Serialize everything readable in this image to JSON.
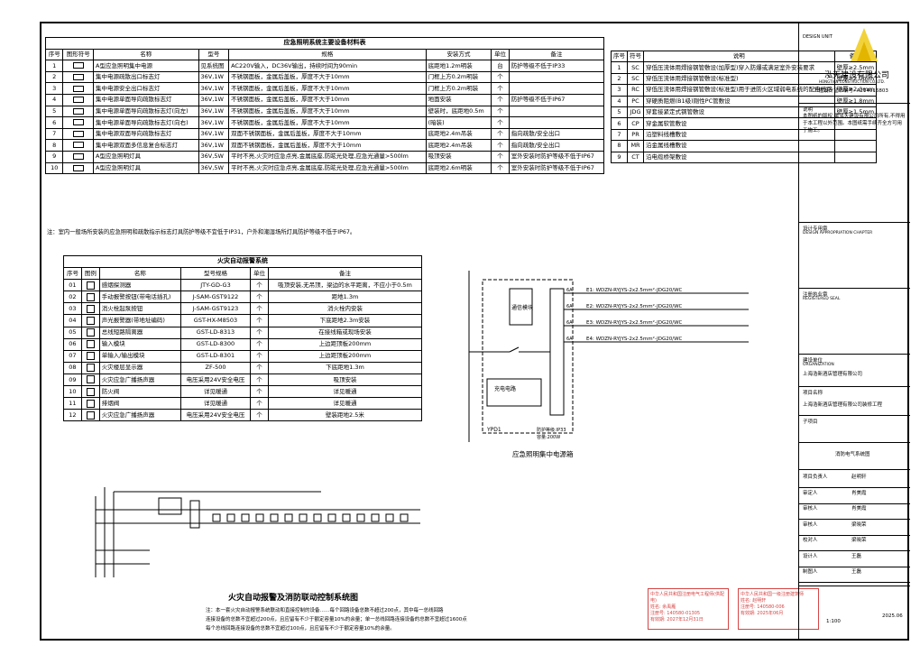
{
  "lighting_table": {
    "title": "应急照明系统主要设备材料表",
    "headers": [
      "序号",
      "图形符号",
      "名称",
      "型号",
      "规格",
      "安装方式",
      "单位",
      "备注"
    ],
    "rows": [
      [
        "1",
        "A型应急照明集中电源",
        "见系统图",
        "AC220V输入，DC36V输出，持续时间为90min",
        "底距地1.2m明装",
        "台",
        "防护等级不低于IP33"
      ],
      [
        "2",
        "集中电源疏散出口标志灯",
        "36V,1W",
        "不锈钢面板，金属后盖板，厚度不大于10mm",
        "门框上方0.2m明装",
        "个",
        ""
      ],
      [
        "3",
        "集中电源安全出口标志灯",
        "36V,1W",
        "不锈钢面板，金属后盖板，厚度不大于10mm",
        "门框上方0.2m明装",
        "个",
        ""
      ],
      [
        "4",
        "集中电源单面导向疏散标志灯",
        "36V,1W",
        "不锈钢面板，金属后盖板，厚度不大于10mm",
        "地面安装",
        "个",
        "防护等级不低于IP67"
      ],
      [
        "5",
        "集中电源单面导向疏散标志灯(向左)",
        "36V,1W",
        "不锈钢面板，金属后盖板，厚度不大于10mm",
        "壁装时，底距地0.5m",
        "个",
        ""
      ],
      [
        "6",
        "集中电源单面导向疏散标志灯(向右)",
        "36V,1W",
        "不锈钢面板，金属后盖板，厚度不大于10mm",
        "(暗装)",
        "个",
        ""
      ],
      [
        "7",
        "集中电源双面导向疏散标志灯",
        "36V,1W",
        "双面不锈钢面板，金属后盖板，厚度不大于10mm",
        "底距地2.4m吊装",
        "个",
        "指向疏散/安全出口"
      ],
      [
        "8",
        "集中电源双面多信息复合标志灯",
        "36V,1W",
        "双面不锈钢面板，金属后盖板，厚度不大于10mm",
        "底距地2.4m吊装",
        "个",
        "指向疏散/安全出口"
      ],
      [
        "9",
        "A型应急照明灯具",
        "36V,5W",
        "平时不亮,火灾时应急点亮,金属底座,防眩光处理,应急光通量>500lm",
        "吸顶安装",
        "个",
        "室外安装时防护等级不低于IP67"
      ],
      [
        "10",
        "A型应急照明灯具",
        "36V,5W",
        "平时不亮,火灾时应急点亮,金属底座,防眩光处理,应急光通量>500lm",
        "底距地2.6m明装",
        "个",
        "室外安装时防护等级不低于IP67"
      ]
    ],
    "note": "注：室内一般场所安装的应急照明和疏散指示标志灯具防护等级不宜低于IP31，户外和潮湿场所灯具防护等级不低于IP67。"
  },
  "pipe_table": {
    "headers": [
      "序号",
      "符号",
      "说明",
      "备注"
    ],
    "rows": [
      [
        "1",
        "SC",
        "穿低压流体用焊接钢管敷设(加厚型)穿入防爆或满足室外安装要求",
        "壁厚≥2.5mm"
      ],
      [
        "2",
        "SC",
        "穿低压流体用焊接钢管敷设(标准型)",
        "壁厚≥2.0mm"
      ],
      [
        "3",
        "RC",
        "穿低压流体用焊接钢管敷设(标准型)用于进防火区域弱电系统的配电线路",
        "壁厚≥2.0mm"
      ],
      [
        "4",
        "PC",
        "穿硬质阻燃(B1级)刚性PC管敷设",
        "壁厚≥1.8mm"
      ],
      [
        "5",
        "JDG",
        "穿套接紧定式钢管敷设",
        "壁厚≥1.5mm"
      ],
      [
        "6",
        "CP",
        "穿金属软管敷设",
        ""
      ],
      [
        "7",
        "PR",
        "沿塑料线槽敷设",
        ""
      ],
      [
        "8",
        "MR",
        "沿金属线槽敷设",
        ""
      ],
      [
        "9",
        "CT",
        "沿电缆桥架敷设",
        ""
      ]
    ]
  },
  "fire_table": {
    "title": "火灾自动报警系统",
    "headers": [
      "序号",
      "图例",
      "名称",
      "型号规格",
      "单位",
      "备注"
    ],
    "rows": [
      [
        "01",
        "感烟探测器",
        "JTY-GD-G3",
        "个",
        "吸顶安装,无吊顶，梁边的水平距离，不应小于0.5m"
      ],
      [
        "02",
        "手动报警按钮(带电话插孔)",
        "J-SAM-GST9122",
        "个",
        "距地1.3m"
      ],
      [
        "03",
        "消火栓起泵按钮",
        "J-SAM-GST9123",
        "个",
        "消火栓内安装"
      ],
      [
        "04",
        "声光报警器(带地址编码)",
        "GST-HX-M8503",
        "个",
        "下底距地2.3m安装"
      ],
      [
        "05",
        "总线短路隔离器",
        "GST-LD-8313",
        "个",
        "在接线箱或现场安装"
      ],
      [
        "06",
        "输入模块",
        "GST-LD-8300",
        "个",
        "上边距顶板200mm"
      ],
      [
        "07",
        "单输入/输出模块",
        "GST-LD-8301",
        "个",
        "上边距顶板200mm"
      ],
      [
        "08",
        "火灾楼层显示器",
        "ZF-500",
        "个",
        "下底距地1.3m"
      ],
      [
        "09",
        "火灾应急广播扬声器",
        "电压采用24V安全电压",
        "个",
        "吸顶安装"
      ],
      [
        "10",
        "防火阀",
        "详见暖通",
        "个",
        "详见暖通"
      ],
      [
        "11",
        "排烟阀",
        "详见暖通",
        "个",
        "详见暖通"
      ],
      [
        "12",
        "火灾应急广播扬声器",
        "电压采用24V安全电压",
        "个",
        "壁装距地2.5米"
      ]
    ]
  },
  "power_diagram": {
    "title": "应急照明集中电源箱",
    "circuits": [
      "E1: WDZN-RYJYS-2x2.5mm²-JDG20/WC",
      "E2: WDZN-RYJYS-2x2.5mm²-JDG20/WC",
      "E3: WDZN-RYJYS-2x2.5mm²-JDG20/WC",
      "E4: WDZN-RYJYS-2x2.5mm²-JDG20/WC"
    ],
    "breaker": "6A",
    "box_label1": "通信模块",
    "box_label2": "充电电路",
    "panel_code": "YPD1",
    "rating": "防护等级:IP33",
    "note": "容量:200W"
  },
  "control_diagram": {
    "title": "火灾自动报警及消防联动控制系统图",
    "note1": "注：本一套火灾自动报警系统联动和直接控制的设备……每个回路设备总数不超过200点，其中每一总线回路",
    "note2": "连接设备的总数不宜超过200点，且应留有不少于额定容量10%的余量；单一总线回路连接设备的总数不宜超过1600点",
    "note3": "每个总线回路连接设备的总数不宜超过100点，且应留有不少于额定容量10%的余量。"
  },
  "title_block": {
    "design_unit": "DESIGN UNIT",
    "company": "泓天建设有限公司",
    "company_en": "HONGTIAN CONSTRUCTION CO.,LTD.",
    "cert": "工程设计证书编号: A214016803",
    "desc_label": "说明",
    "desc_text": "本图纸的版权,属泓天建设有限公司所有,不得用于本工程以外范围。本图纸需手续齐全方可用于施工。",
    "chapter": "设计专用章",
    "chapter_en": "DESIGN APPROPRIATION CHAPTER",
    "seal": "注册执业章",
    "seal_en": "REGISTERED SEAL",
    "org_label": "建设单位",
    "org_en": "ORGANIZATION",
    "org": "上海浩新酒店管理有限公司",
    "item_label": "项目名称",
    "item": "上海浩新酒店管理有限公司装修工程",
    "subitem_label": "子项目",
    "project": "消防电气系统图",
    "staff": [
      [
        "项目负责人",
        "赵明轩"
      ],
      [
        "审定人",
        "肖美霞"
      ],
      [
        "审核人",
        "肖美霞"
      ],
      [
        "审核人",
        "梁晓荣"
      ],
      [
        "校对人",
        "梁晓荣"
      ],
      [
        "设计人",
        "王磊"
      ],
      [
        "制图人",
        "王磊"
      ]
    ],
    "scale": "1:100",
    "date": "2025.06"
  },
  "stamps": {
    "stamp1_title": "中华人民共和国注册电气工程师(供配电)",
    "stamp1_name": "姓名: 余禹雁",
    "stamp1_no": "注册号: 140580-01305",
    "stamp1_date": "有效期: 2027年12月31日",
    "stamp2_title": "中华人民共和国一级注册建筑师",
    "stamp2_name": "姓名: 赵明轩",
    "stamp2_no": "注册号: 140580-006",
    "stamp2_date": "有效期: 2025年06月"
  }
}
